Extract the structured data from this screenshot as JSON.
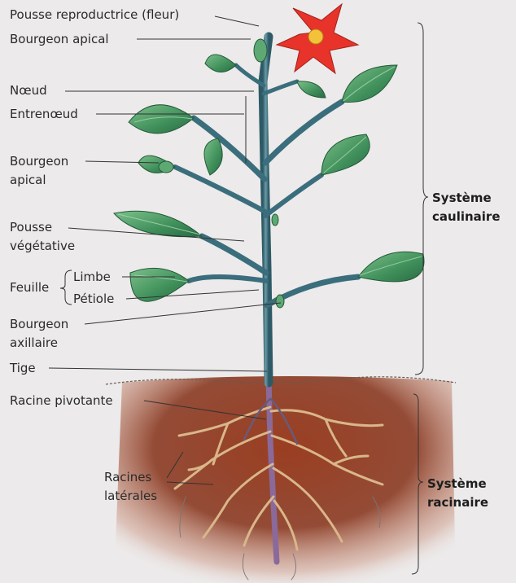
{
  "labels": {
    "pousse_reproductrice": "Pousse reproductrice (fleur)",
    "bourgeon_apical_1": "Bourgeon apical",
    "noeud": "Nœud",
    "entrenoeud": "Entrenœud",
    "bourgeon_apical_2_line1": "Bourgeon",
    "bourgeon_apical_2_line2": "apical",
    "pousse_vegetative_line1": "Pousse",
    "pousse_vegetative_line2": "végétative",
    "feuille": "Feuille",
    "limbe": "Limbe",
    "petiole": "Pétiole",
    "bourgeon_axillaire_line1": "Bourgeon",
    "bourgeon_axillaire_line2": "axillaire",
    "tige": "Tige",
    "racine_pivotante": "Racine pivotante",
    "racines_laterales_line1": "Racines",
    "racines_laterales_line2": "latérales"
  },
  "systems": {
    "caulinaire_line1": "Système",
    "caulinaire_line2": "caulinaire",
    "racinaire_line1": "Système",
    "racinaire_line2": "racinaire"
  },
  "colors": {
    "background": "#eceaea",
    "leaf": "#3f8f5a",
    "stem": "#4a7a8a",
    "flower": "#e8332a",
    "soil": "#8a3a22",
    "root": "#e8c890"
  }
}
